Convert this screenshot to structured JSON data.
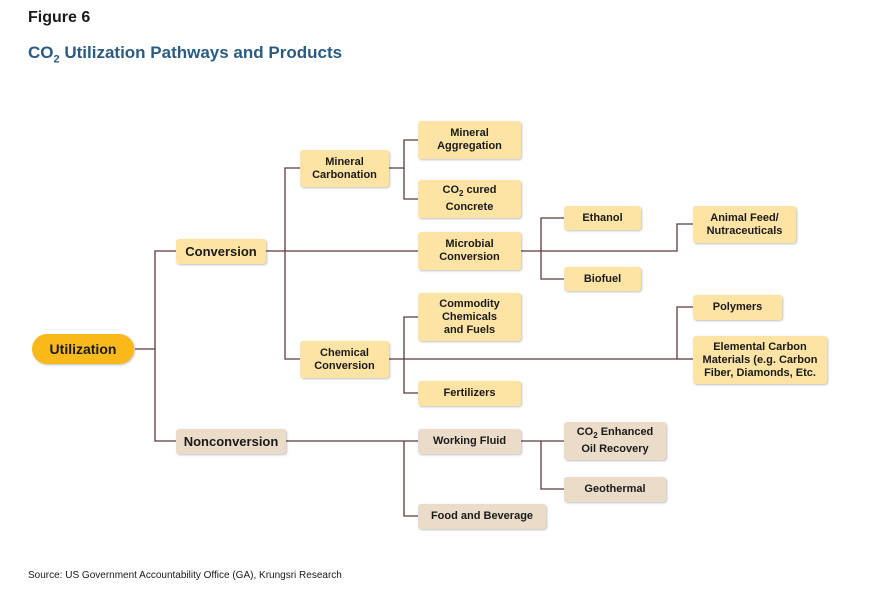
{
  "figure_label": "Figure 6",
  "title": {
    "prefix": "CO",
    "subscript": "2",
    "rest": " Utilization Pathways and Products"
  },
  "source": "Source: US Government Accountability Office (GA), Krungsri Research",
  "colors": {
    "root": "#f9b91b",
    "conversion_branch": "#fde4a4",
    "nonconversion_branch": "#eadcc8",
    "title": "#2b5b82",
    "connector": "#5a3b3b"
  },
  "nodes": {
    "utilization": "Utilization",
    "conversion": "Conversion",
    "nonconversion": "Nonconversion",
    "mineral_carbonation": "Mineral\nCarbonation",
    "microbial_conversion": "Microbial\nConversion",
    "chemical_conversion": "Chemical\nConversion",
    "mineral_aggregation": "Mineral\nAggregation",
    "co2_cured_concrete": {
      "prefix": "CO",
      "subscript": "2",
      "rest": " cured\nConcrete"
    },
    "ethanol": "Ethanol",
    "biofuel": "Biofuel",
    "animal_feed": "Animal Feed/\nNutraceuticals",
    "commodity_chemicals": "Commodity\nChemicals\nand Fuels",
    "fertilizers": "Fertilizers",
    "polymers": "Polymers",
    "elemental_carbon": "Elemental Carbon\nMaterials (e.g. Carbon\nFiber, Diamonds, Etc.",
    "working_fluid": "Working Fluid",
    "food_beverage": "Food and Beverage",
    "co2_eor": {
      "prefix": "CO",
      "subscript": "2",
      "rest": " Enhanced\nOil Recovery"
    },
    "geothermal": "Geothermal"
  }
}
